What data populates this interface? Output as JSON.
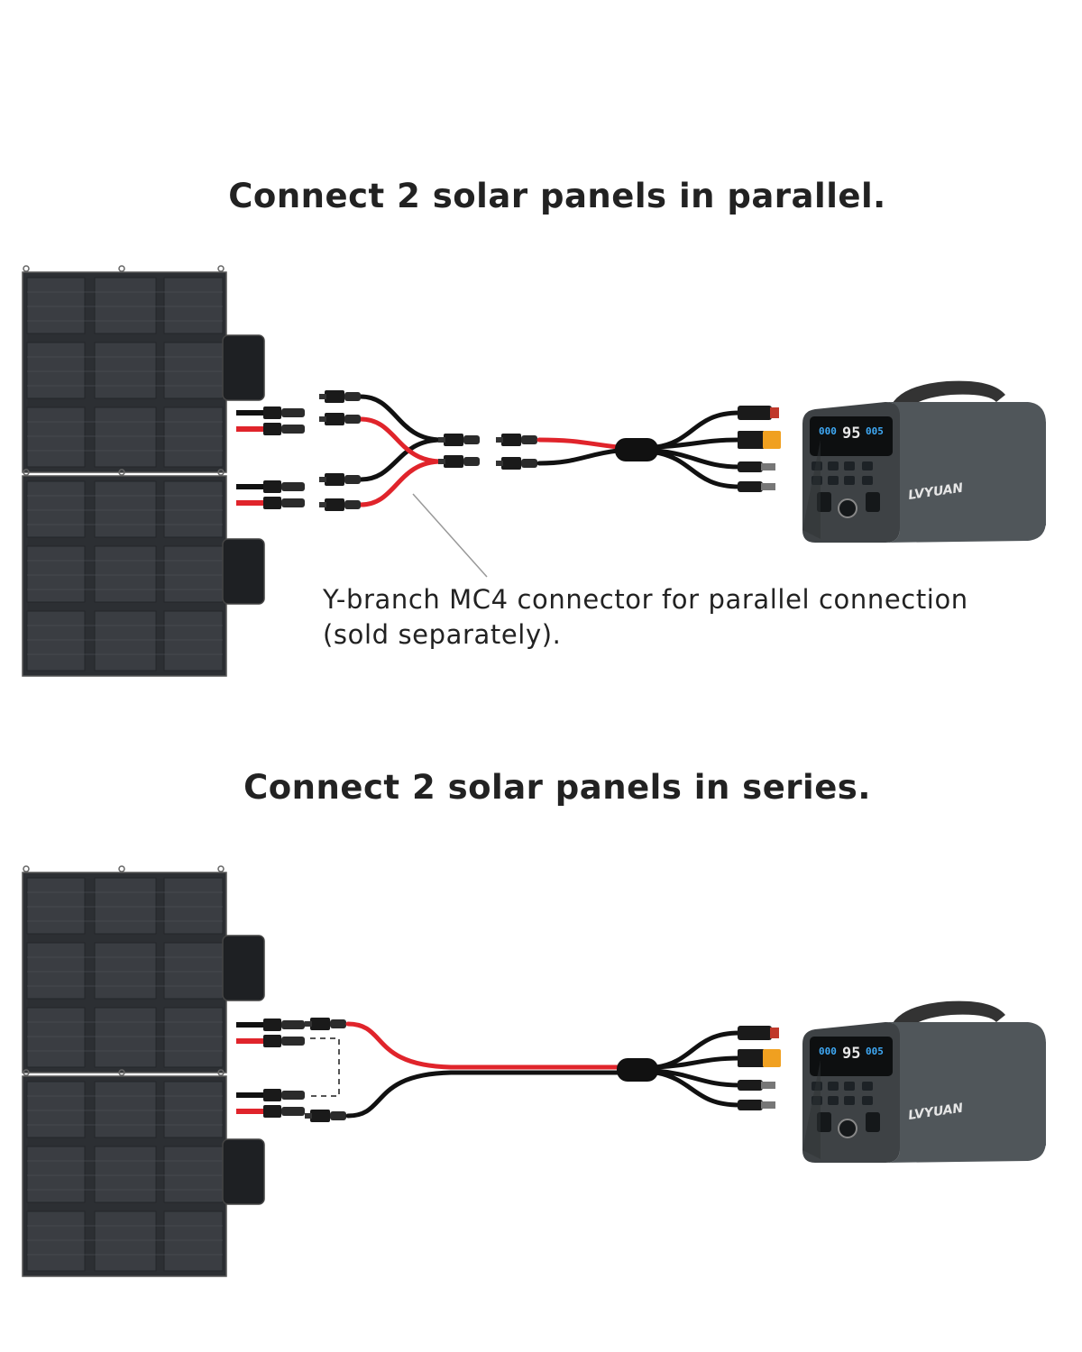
{
  "parallel": {
    "title": "Connect 2 solar panels in parallel.",
    "note_line1": "Y-branch MC4 connector for parallel connection",
    "note_line2": "(sold separately)."
  },
  "series": {
    "title": "Connect 2 solar panels in series."
  },
  "power_station": {
    "brand": "LVYUAN",
    "display_left": "000",
    "display_mid": "95",
    "display_right": "005"
  },
  "colors": {
    "panel_fill": "#2c2f33",
    "panel_cell": "#3a3d42",
    "cable_red": "#e0242b",
    "cable_black": "#111111",
    "station_body": "#4a4f52",
    "lcd_text": "#3fa9f5"
  }
}
